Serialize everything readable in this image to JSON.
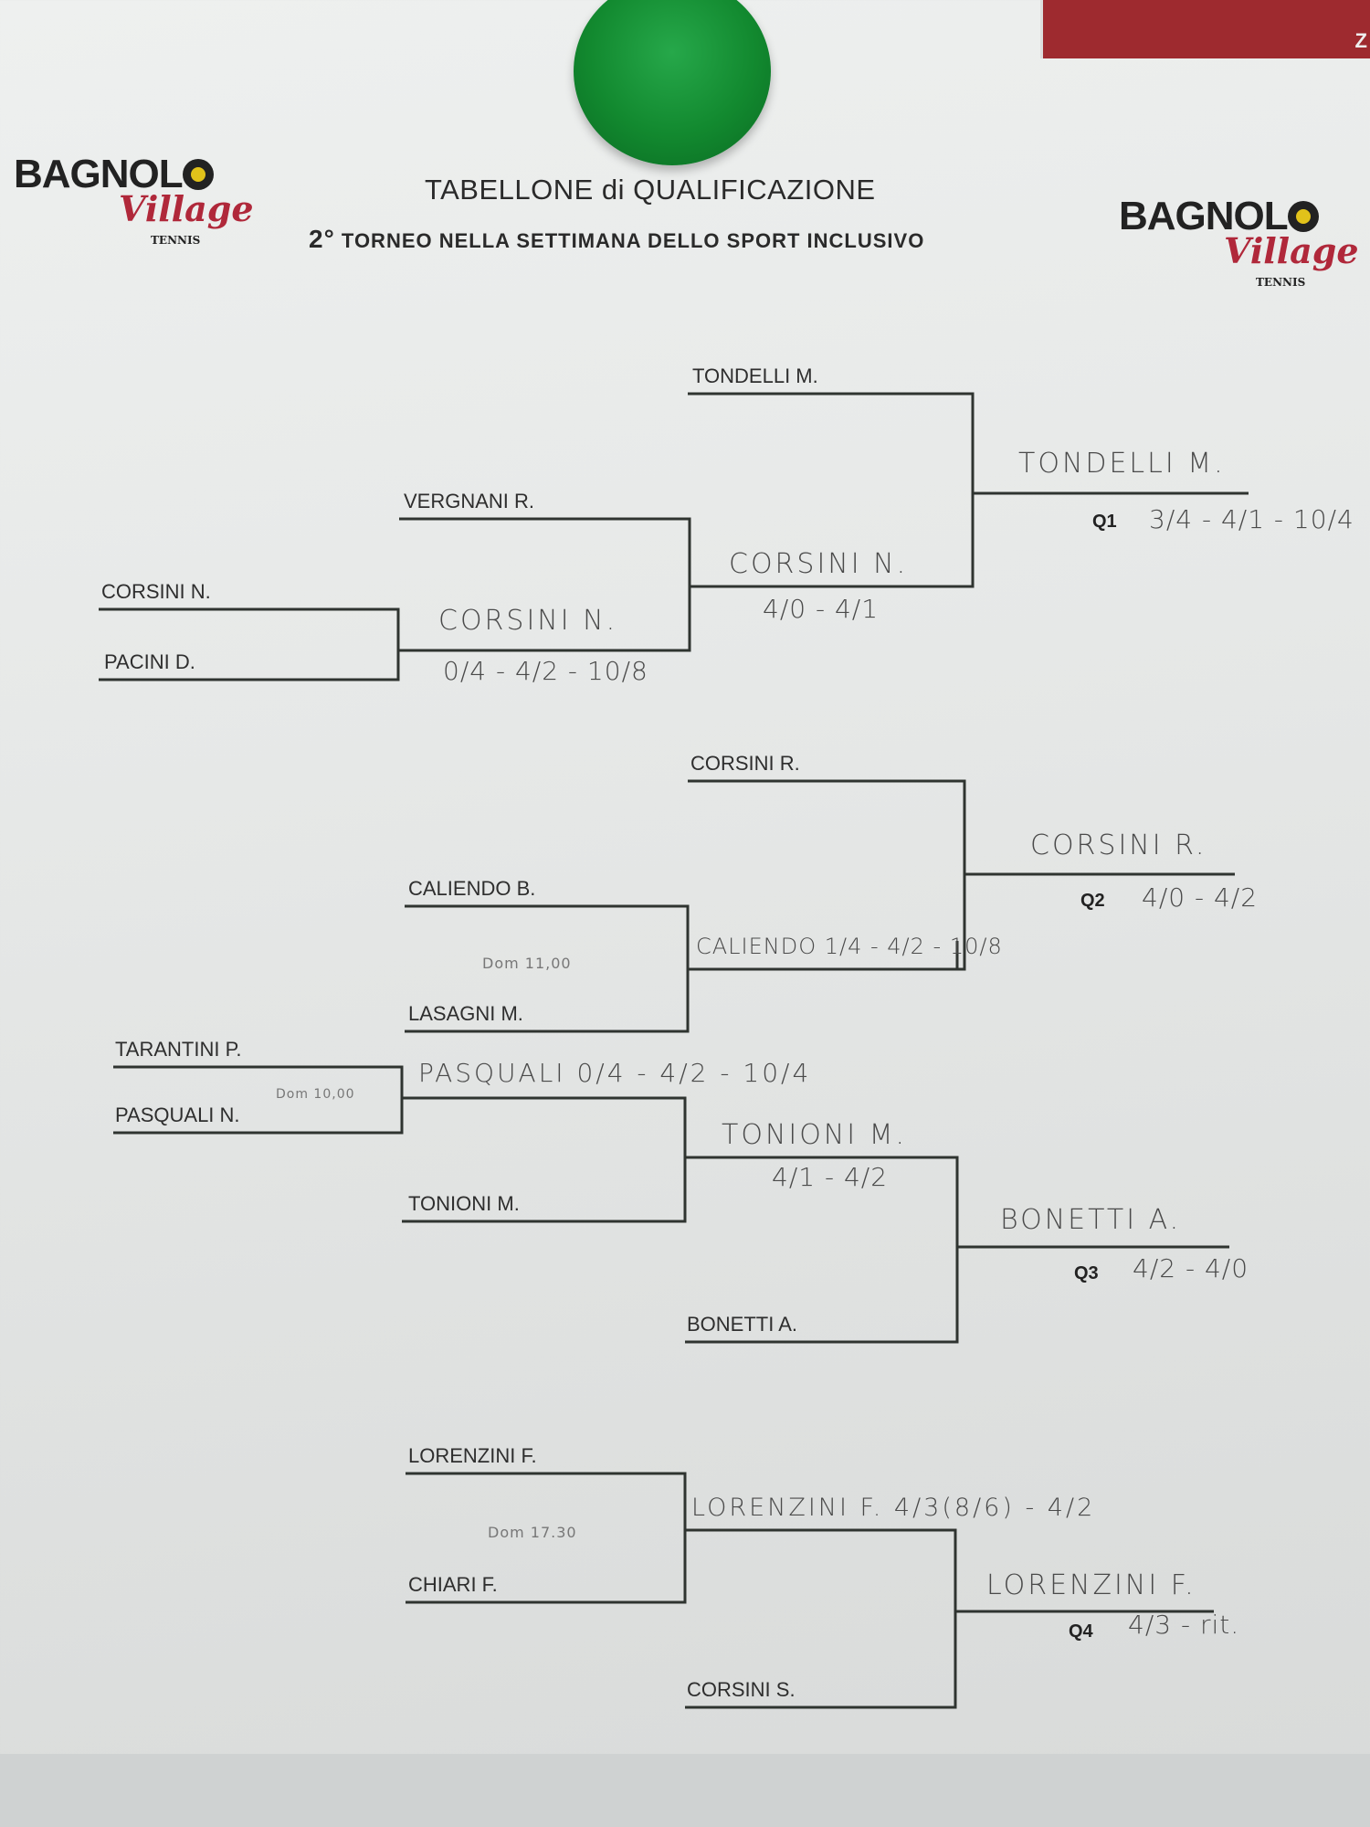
{
  "header": {
    "title": "TABELLONE di QUALIFICAZIONE",
    "subtitle_num": "2°",
    "subtitle": "TORNEO NELLA SETTIMANA DELLO SPORT INCLUSIVO",
    "logo": {
      "brand": "BAGNOL",
      "script": "Village",
      "sub": "TENNIS"
    },
    "corner_text": "Z"
  },
  "bracket": {
    "q1": {
      "r1": [
        "CORSINI N.",
        "PACINI D."
      ],
      "r2": [
        "VERGNANI R.",
        "CORSINI N."
      ],
      "r2_score": "0/4 - 4/2 - 10/8",
      "r3": [
        "TONDELLI M.",
        "CORSINI N."
      ],
      "r3_score": "4/0 - 4/1",
      "winner": "TONDELLI M.",
      "label": "Q1",
      "score": "3/4 - 4/1 - 10/4"
    },
    "q2": {
      "r3": [
        "CORSINI R."
      ],
      "r2": [
        "CALIENDO B.",
        "LASAGNI M."
      ],
      "r2_time": "Dom 11,00",
      "r3_result": "CALIENDO 1/4 - 4/2 - 10/8",
      "winner": "CORSINI R.",
      "label": "Q2",
      "score": "4/0 - 4/2"
    },
    "q3": {
      "r1": [
        "TARANTINI P.",
        "PASQUALI N."
      ],
      "r1_time": "Dom 10,00",
      "r2_result": "PASQUALI 0/4 - 4/2 - 10/4",
      "r2": [
        "TONIONI M."
      ],
      "r3_winner": "TONIONI M.",
      "r3_score": "4/1 - 4/2",
      "r3": [
        "BONETTI A."
      ],
      "winner": "BONETTI A.",
      "label": "Q3",
      "score": "4/2 - 4/0"
    },
    "q4": {
      "r2": [
        "LORENZINI F.",
        "CHIARI F."
      ],
      "r2_time": "Dom 17.30",
      "r3_result": "LORENZINI F. 4/3(8/6) - 4/2",
      "r3": [
        "CORSINI S."
      ],
      "winner": "LORENZINI F.",
      "label": "Q4",
      "score": "4/3 - rit."
    }
  }
}
